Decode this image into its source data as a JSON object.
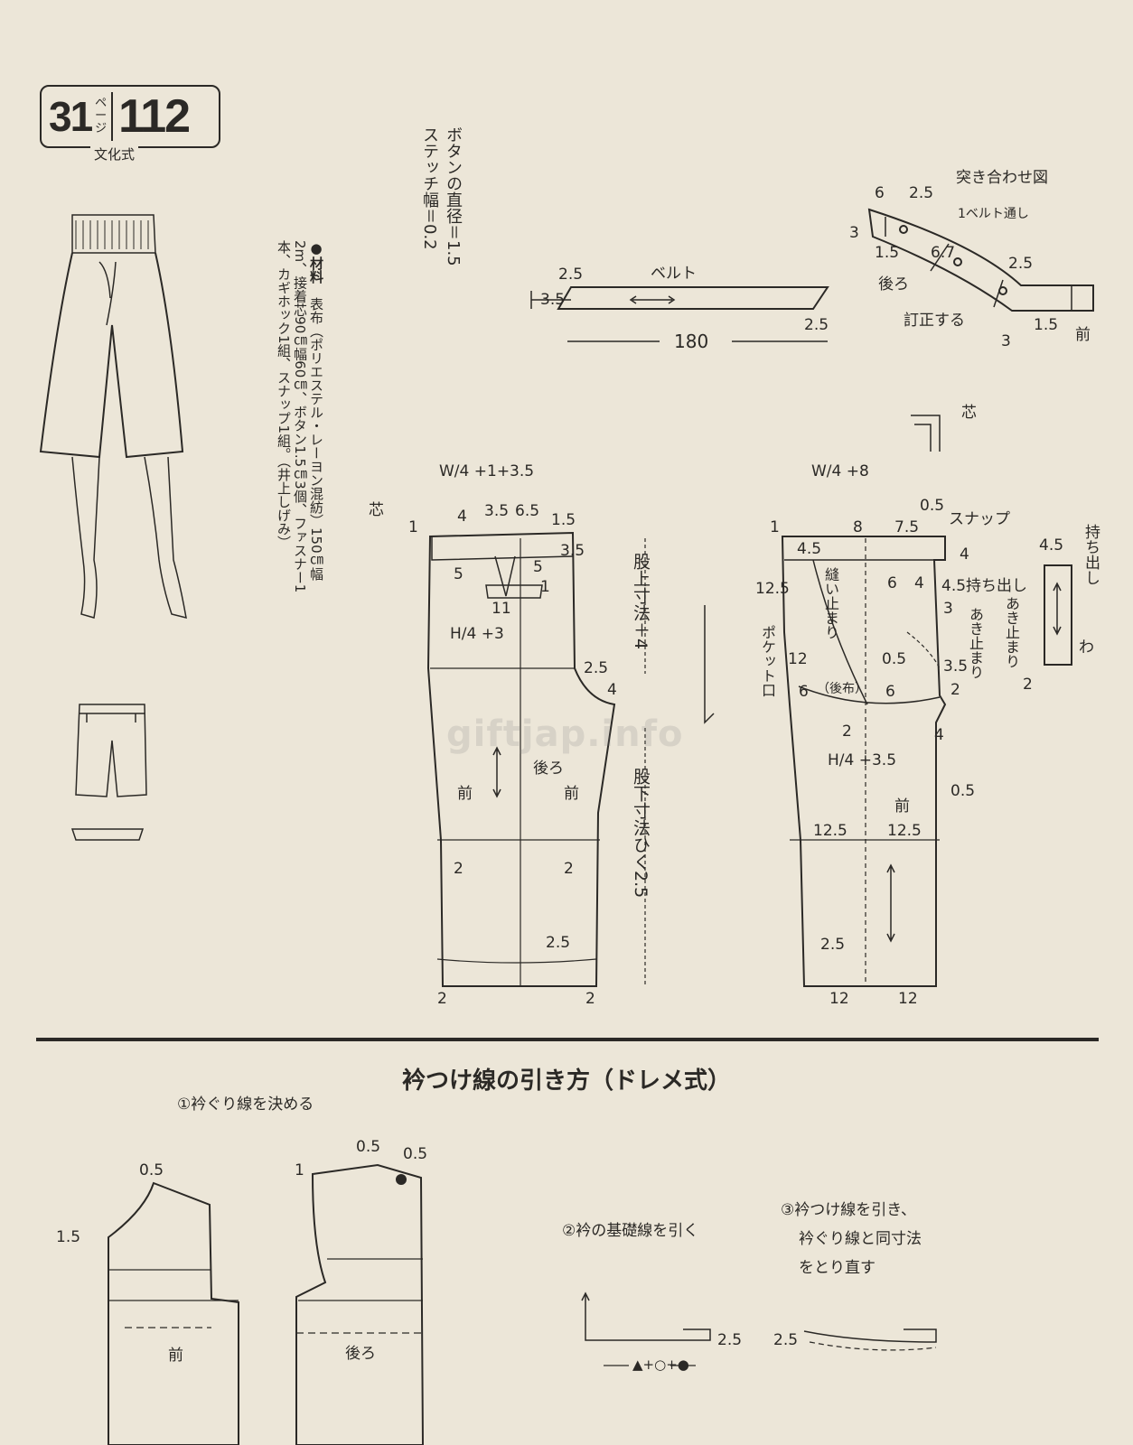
{
  "header": {
    "page_number": "31",
    "page_label": "ページ",
    "pattern_number": "112",
    "method": "文化式"
  },
  "materials": {
    "bullet": "●",
    "heading": "材料",
    "text": "表布（ポリエステル・レーヨン混紡）150㎝幅2m、接着芯90㎝幅60㎝、ボタン1.5㎝3個、ファスナー1本、カギホック1組、スナップ1組。",
    "credit": "（井上しげみ）"
  },
  "button_note": {
    "diameter": "ボタンの直径＝1.5",
    "stitch": "ステッチ幅＝0.2"
  },
  "belt": {
    "title": "ベルト",
    "w25": "2.5",
    "w35": "3.5",
    "length": "180",
    "end25": "2.5"
  },
  "assembly": {
    "title": "突き合わせ図",
    "belt_loop": "1ベルト通し",
    "back": "後ろ",
    "stitch": "訂正する",
    "front": "前",
    "n6": "6",
    "n25a": "2.5",
    "n3a": "3",
    "n15a": "1.5",
    "n67": "6.7",
    "n25b": "2.5",
    "n15b": "1.5",
    "n3b": "3"
  },
  "back_piece": {
    "waist_formula": "W/4 +1+3.5",
    "hip_formula": "H/4 +3",
    "label_back": "後ろ",
    "label_front_left": "前",
    "label_front_right": "前",
    "interfacing": "芯",
    "n1": "1",
    "n4": "4",
    "n35": "3.5",
    "n65": "6.5",
    "n15": "1.5",
    "n35b": "3.5",
    "n5a": "5",
    "n5b": "5",
    "n1b": "1",
    "n11": "11",
    "n25": "2.5",
    "n4b": "4",
    "n2a": "2",
    "n2b": "2",
    "n25c": "2.5",
    "n2c": "2",
    "n2d": "2"
  },
  "center_measures": {
    "rise": "股上寸法＋4",
    "inseam": "股下寸法ひく2.5"
  },
  "front_piece": {
    "waist_formula": "W/4 +8",
    "hip_formula": "H/4 +3.5",
    "snap": "スナップ",
    "label_front": "前",
    "sew_stop": "縫い止まり",
    "pocket": "ポケット口",
    "back_fabric": "（後布）",
    "opening_stop": "あき止まり",
    "opening_stop_right": "あき止まり",
    "flap_label": "持ち出し",
    "fold": "わ",
    "interfacing": "芯",
    "flap_ext": "4.5持ち出し",
    "n05a": "0.5",
    "n1": "1",
    "n45": "4.5",
    "n8": "8",
    "n75": "7.5",
    "n4": "4",
    "n125a": "12.5",
    "n6a": "6",
    "n4b": "4",
    "n3": "3",
    "n12": "12",
    "n05b": "0.5",
    "n35": "3.5",
    "n6b": "6",
    "n2a": "2",
    "n6c": "6",
    "n2b": "2",
    "n4c": "4",
    "n05c": "0.5",
    "n125b": "12.5",
    "n125c": "12.5",
    "n25": "2.5",
    "n12a": "12",
    "n12b": "12",
    "n45flap": "4.5",
    "n2flap": "2"
  },
  "collar": {
    "title": "衿つけ線の引き方（ドレメ式）",
    "step1": "①衿ぐり線を決める",
    "step2": "②衿の基礎線を引く",
    "step3_line1": "③衿つけ線を引き、",
    "step3_line2": "衿ぐり線と同寸法",
    "step3_line3": "をとり直す",
    "front_label": "前",
    "back_label": "後ろ",
    "n05a": "0.5",
    "n15": "1.5",
    "n1": "1",
    "n05b": "0.5",
    "n05c": "0.5",
    "n25a": "2.5",
    "n25b": "2.5",
    "formula": "▲+○+●"
  },
  "watermark": "giftjap.info"
}
